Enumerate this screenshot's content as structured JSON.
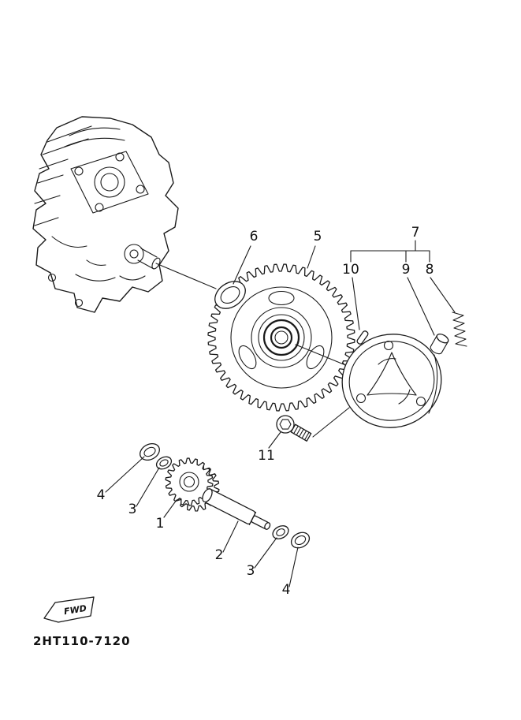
{
  "page": {
    "background": "#ffffff",
    "ink_color": "#1a1a1a"
  },
  "diagram": {
    "part_code": "2HT110-7120",
    "fwd_label": "FWD",
    "callouts": [
      {
        "ref": "6"
      },
      {
        "ref": "5"
      },
      {
        "ref": "7"
      },
      {
        "ref": "10"
      },
      {
        "ref": "9"
      },
      {
        "ref": "8"
      },
      {
        "ref": "11"
      },
      {
        "ref": "4"
      },
      {
        "ref": "3"
      },
      {
        "ref": "1"
      },
      {
        "ref": "2"
      },
      {
        "ref": "3"
      },
      {
        "ref": "4"
      }
    ]
  }
}
